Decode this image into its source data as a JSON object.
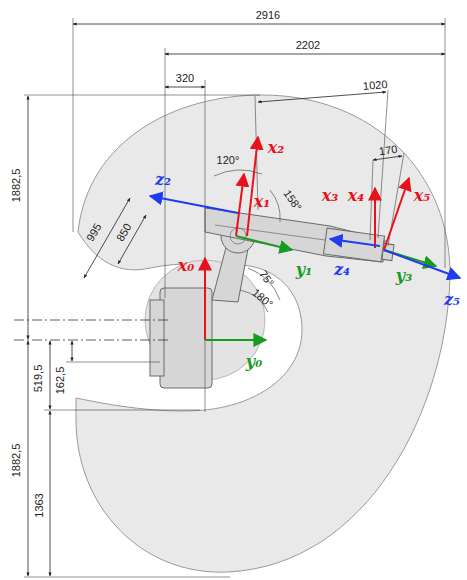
{
  "diagram": {
    "labels": [
      "2916",
      "2202",
      "320",
      "1020",
      "170",
      "120°",
      "158°",
      "995",
      "850",
      "180°",
      "75°",
      "1882,5",
      "519,5",
      "162,5",
      "1882,5",
      "1363",
      "x₂",
      "z₂",
      "x₁",
      "x₃",
      "x₄",
      "x₅",
      "y₁",
      "z₄",
      "y₃",
      "z₅",
      "x₀",
      "y₀"
    ]
  }
}
